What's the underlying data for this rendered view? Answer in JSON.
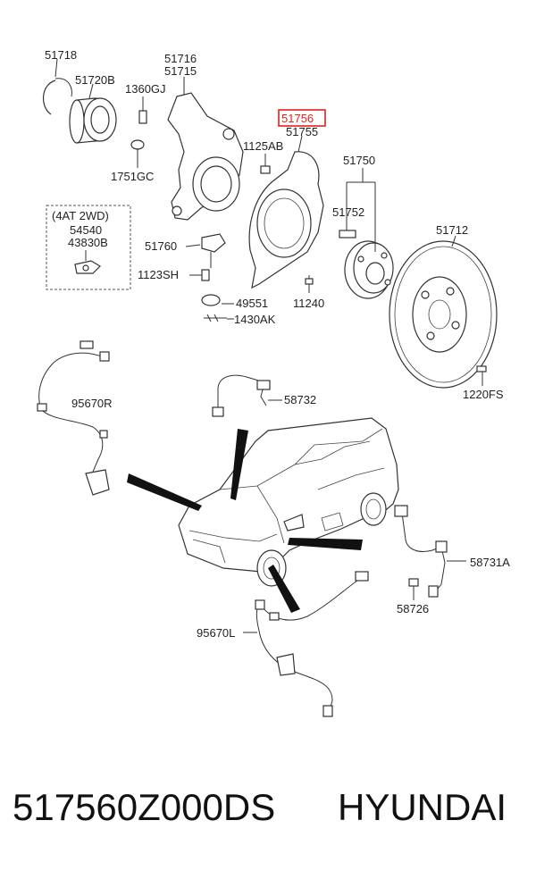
{
  "labels": {
    "l51718": "51718",
    "l51720B": "51720B",
    "l51716": "51716",
    "l51715": "51715",
    "l1360GJ": "1360GJ",
    "l1751GC": "1751GC",
    "l51756": "51756",
    "l51755": "51755",
    "l1125AB": "1125AB",
    "l51750": "51750",
    "l51752": "51752",
    "l51712": "51712",
    "l4at2wd": "(4AT 2WD)",
    "l54540": "54540",
    "l43830B": "43830B",
    "l51760": "51760",
    "l1123SH": "1123SH",
    "l49551": "49551",
    "l1430AK": "1430AK",
    "l11240": "11240",
    "l1220FS": "1220FS",
    "l95670R": "95670R",
    "l58732": "58732",
    "l58731A": "58731A",
    "l58726": "58726",
    "l95670L": "95670L"
  },
  "highlight": {
    "part": "51756",
    "color": "#e02020"
  },
  "caption": {
    "part_number": "517560Z000DS",
    "brand": "HYUNDAI"
  }
}
